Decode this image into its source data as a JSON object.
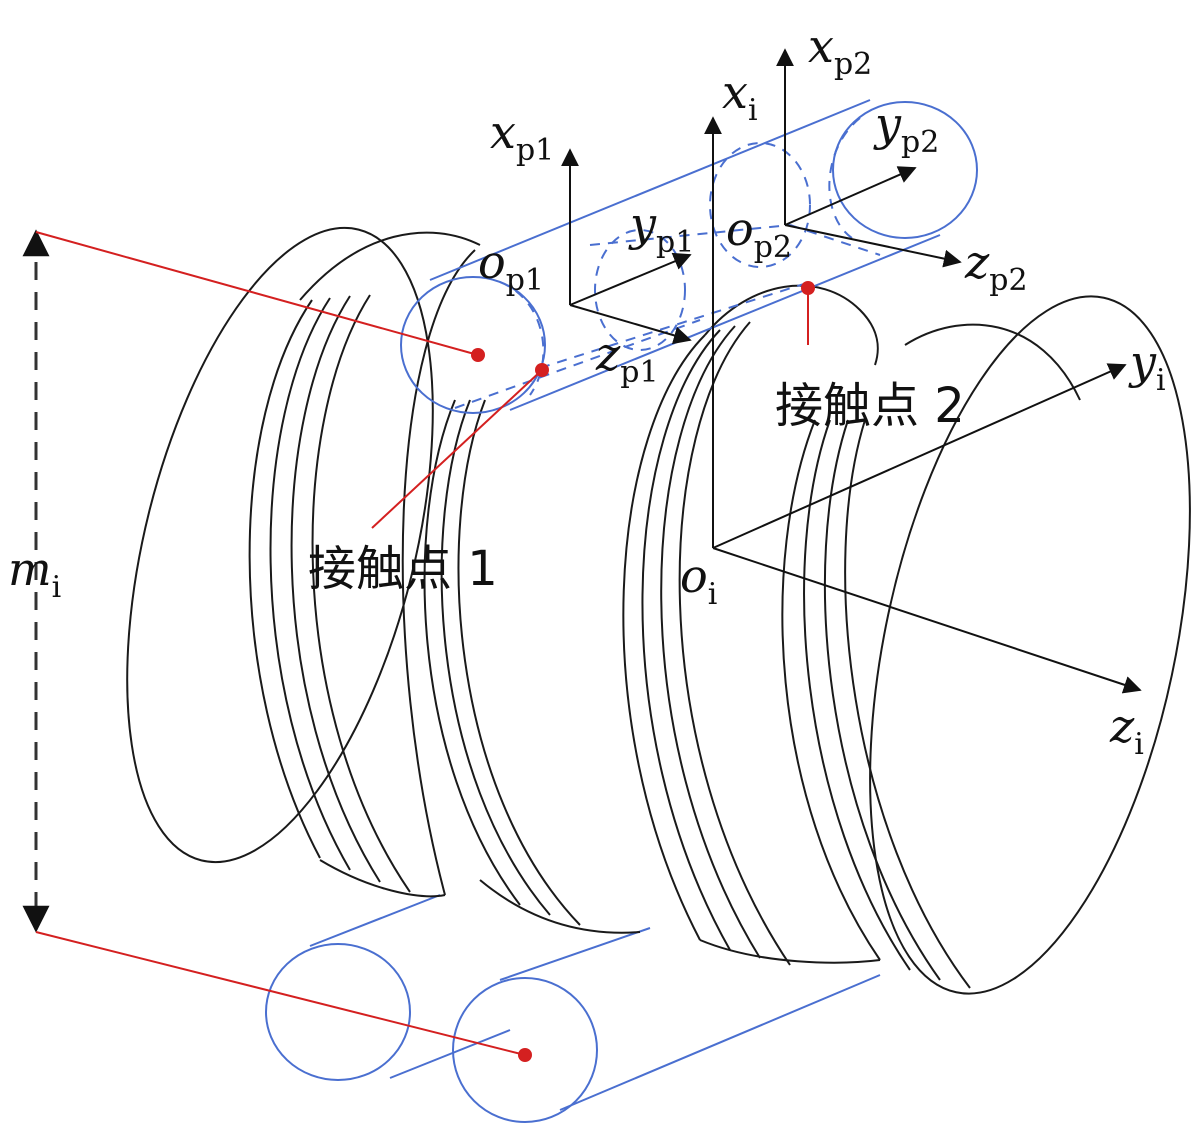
{
  "colors": {
    "outline": "#1a1a1a",
    "roller": "#4a6fd0",
    "contact": "#d42020",
    "axis": "#111111",
    "dimension": "#333333"
  },
  "axes": {
    "x_p1": {
      "base": "x",
      "sub": "p1"
    },
    "y_p1": {
      "base": "y",
      "sub": "p1"
    },
    "z_p1": {
      "base": "z",
      "sub": "p1"
    },
    "o_p1": {
      "base": "o",
      "sub": "p1"
    },
    "x_p2": {
      "base": "x",
      "sub": "p2"
    },
    "y_p2": {
      "base": "y",
      "sub": "p2"
    },
    "z_p2": {
      "base": "z",
      "sub": "p2"
    },
    "o_p2": {
      "base": "o",
      "sub": "p2"
    },
    "x_i": {
      "base": "x",
      "sub": "i"
    },
    "y_i": {
      "base": "y",
      "sub": "i"
    },
    "z_i": {
      "base": "z",
      "sub": "i"
    },
    "o_i": {
      "base": "o",
      "sub": "i"
    }
  },
  "contacts": {
    "point1": "接触点 1",
    "point2": "接触点 2"
  },
  "dimension": {
    "base": "m",
    "sub": "i"
  }
}
